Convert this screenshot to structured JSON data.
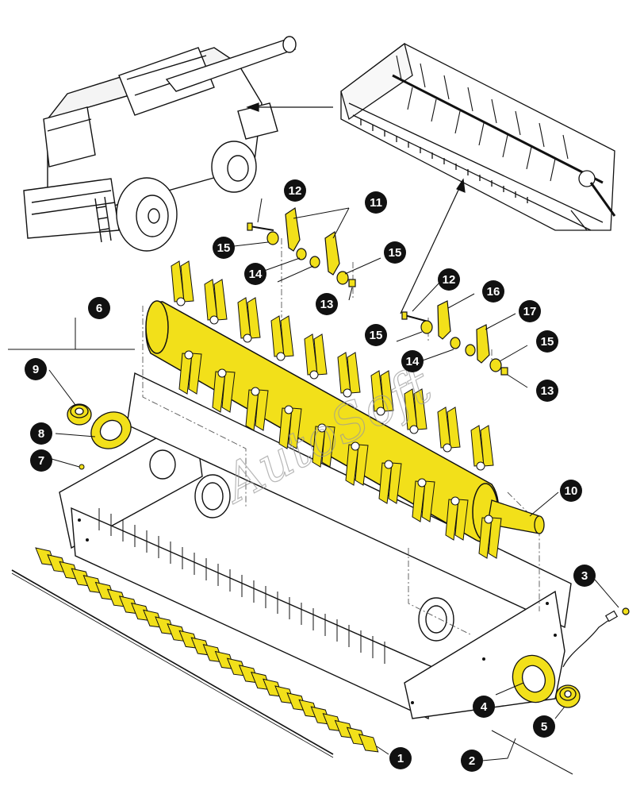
{
  "watermark": "AutoSoft",
  "colors": {
    "part_fill": "#f2e01a",
    "part_stroke": "#6b5f00",
    "line": "#111111",
    "callout_bg": "#111111",
    "callout_text": "#ffffff"
  },
  "callouts": [
    "1",
    "2",
    "3",
    "4",
    "5",
    "6",
    "7",
    "8",
    "9",
    "10",
    "11",
    "12",
    "12",
    "13",
    "13",
    "14",
    "14",
    "15",
    "15",
    "15",
    "15",
    "16",
    "17"
  ]
}
